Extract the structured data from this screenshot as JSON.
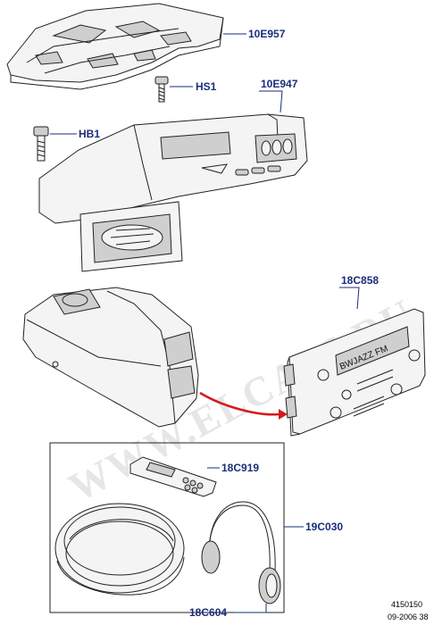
{
  "watermark": "WWW.ELCATS.RU",
  "callouts": [
    {
      "id": "10E957",
      "label": "10E957"
    },
    {
      "id": "HS1",
      "label": "HS1"
    },
    {
      "id": "10E947",
      "label": "10E947"
    },
    {
      "id": "HB1",
      "label": "HB1"
    },
    {
      "id": "18C858",
      "label": "18C858"
    },
    {
      "id": "18C919",
      "label": "18C919"
    },
    {
      "id": "19C030",
      "label": "19C030"
    },
    {
      "id": "18C604",
      "label": "18C604"
    }
  ],
  "radio_display_text": "BWJAZZ FM",
  "footer": {
    "code": "4150150",
    "date": "09-2006 38"
  },
  "colors": {
    "label": "#1a2e7a",
    "arrow": "#d61a1a",
    "watermark": "#e6e6e6"
  }
}
